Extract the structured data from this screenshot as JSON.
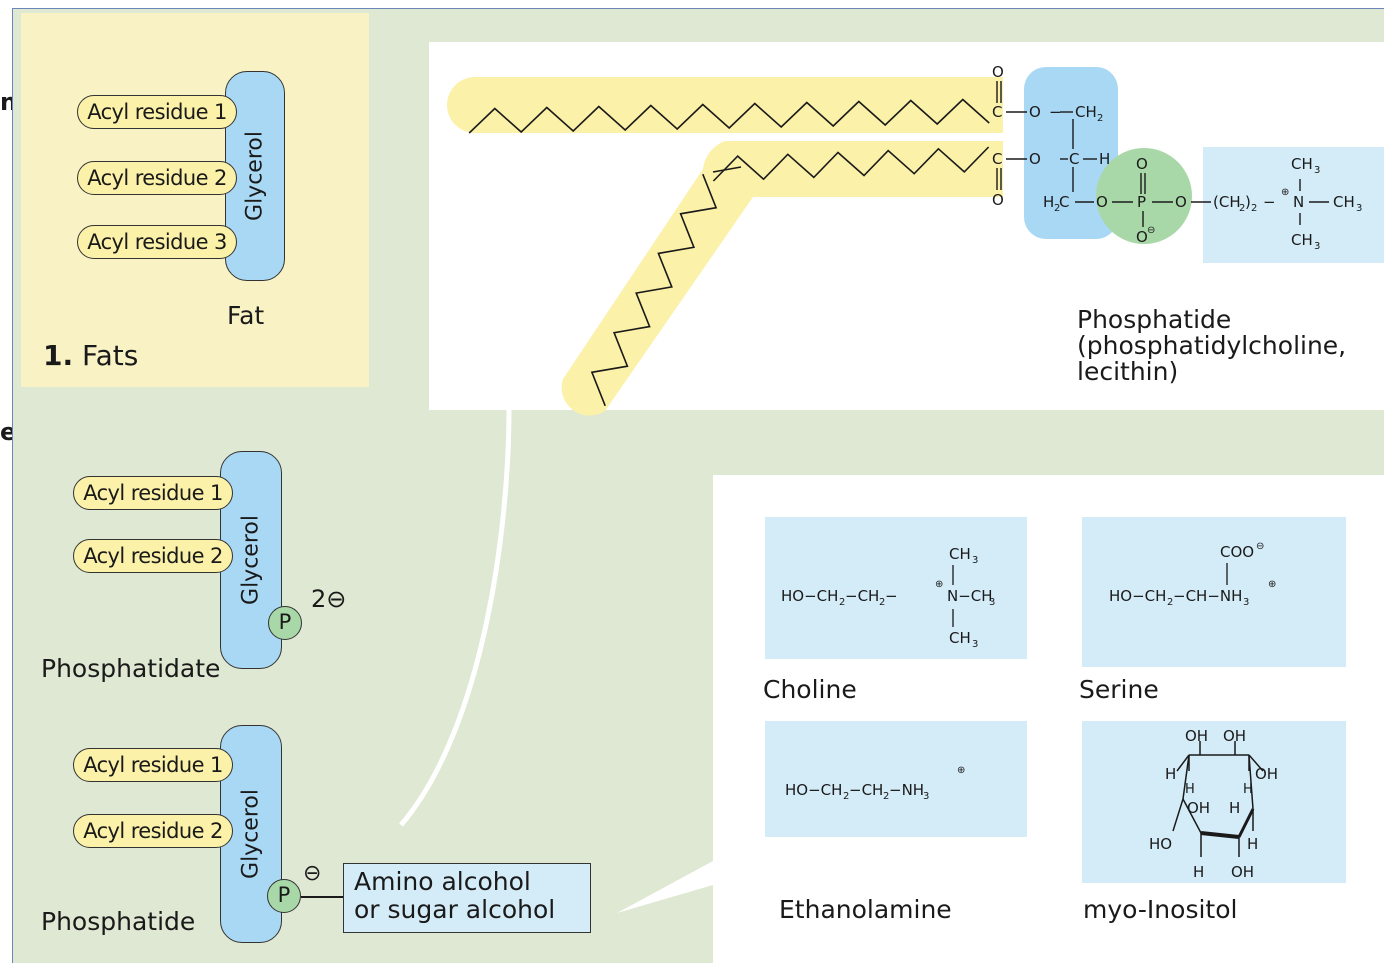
{
  "edge_fragments": [
    "n",
    "e"
  ],
  "fats_panel": {
    "acyl_residues": [
      "Acyl residue 1",
      "Acyl residue 2",
      "Acyl residue 3"
    ],
    "glycerol": "Glycerol",
    "caption": "Fat",
    "section_number": "1.",
    "section_title": "Fats"
  },
  "phosphatidate": {
    "acyl_residues": [
      "Acyl residue 1",
      "Acyl residue 2"
    ],
    "glycerol": "Glycerol",
    "phosphate": "P",
    "charge": "2⊖",
    "caption": "Phosphatidate"
  },
  "phosphatide": {
    "acyl_residues": [
      "Acyl residue 1",
      "Acyl residue 2"
    ],
    "glycerol": "Glycerol",
    "phosphate": "P",
    "charge": "⊖",
    "head_group_line1": "Amino alcohol",
    "head_group_line2": "or sugar alcohol",
    "caption": "Phosphatide"
  },
  "lecithin": {
    "caption_line1": "Phosphatide",
    "caption_line2": "(phosphatidylcholine,",
    "caption_line3": "lecithin)"
  },
  "head_groups": {
    "choline": "Choline",
    "serine": "Serine",
    "ethanolamine": "Ethanolamine",
    "inositol": "myo-Inositol"
  },
  "colors": {
    "background": "#dfe8d2",
    "fat_panel": "#f8f2c4",
    "acyl": "#fbf1a8",
    "glycerol": "#a9d8f5",
    "phosphate": "#a8d8a8",
    "head_box": "#d4ecf8"
  }
}
